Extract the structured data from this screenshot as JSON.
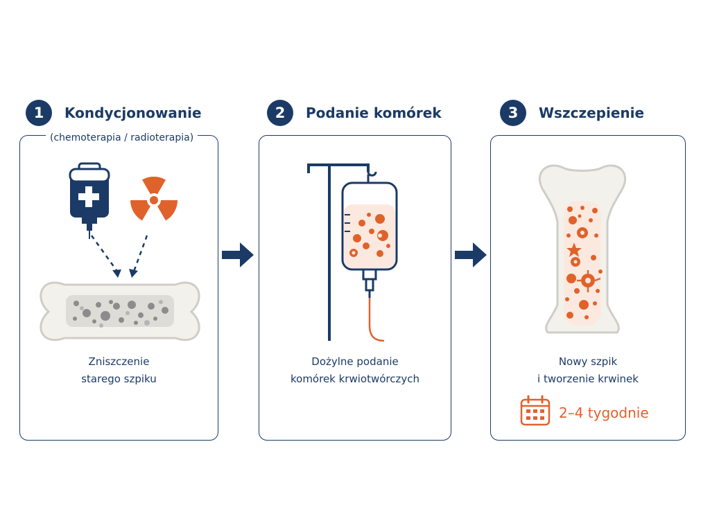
{
  "steps": [
    {
      "number": "1",
      "title": "Kondycjonowanie",
      "subtitle": "(chemoterapia / radioterapia)",
      "caption": [
        "Zniszczenie",
        "starego szpiku"
      ]
    },
    {
      "number": "2",
      "title": "Podanie komórek",
      "caption": [
        "Dożylne podanie",
        "komórek krwiotwórczych"
      ]
    },
    {
      "number": "3",
      "title": "Wszczepienie",
      "caption": [
        "Nowy szpik",
        "i tworzenie krwinek"
      ],
      "duration": "2–4 tygodnie"
    }
  ],
  "icons": {
    "chemo": "chemo-bag-icon",
    "radiation": "radiation-icon",
    "damaged_bone": "damaged-bone-icon",
    "iv_drip": "iv-drip-icon",
    "healthy_bone": "healthy-bone-icon",
    "calendar": "calendar-icon",
    "arrow": "arrow-right-icon"
  },
  "colors": {
    "navy": "#1b3a66",
    "orange": "#e0622b",
    "bone": "#f3f1ec",
    "grey_cells": "#9a9a9a"
  }
}
